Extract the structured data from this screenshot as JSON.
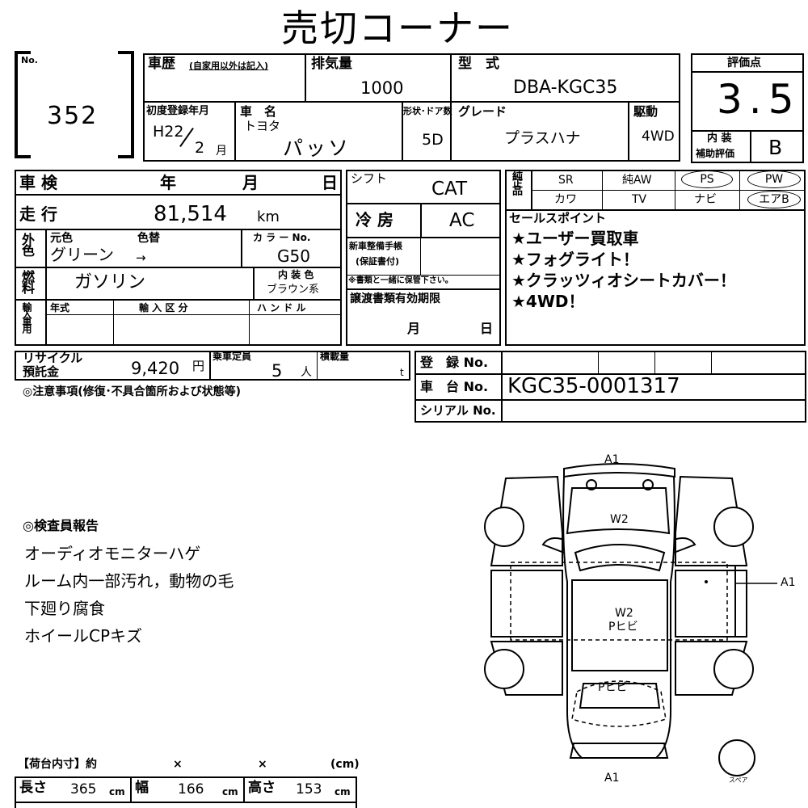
{
  "title": "売切コーナー",
  "lot": {
    "label": "No.",
    "value": "352"
  },
  "history": {
    "label": "車歴",
    "note": "(自家用以外は記入)"
  },
  "displacement": {
    "label": "排気量",
    "value": "1000"
  },
  "model_code": {
    "label": "型　式",
    "value": "DBA-KGC35"
  },
  "score": {
    "label": "評価点",
    "value": "3.5",
    "interior_label_1": "内 装",
    "interior_label_2": "補助評価",
    "interior_value": "B"
  },
  "first_reg": {
    "label": "初度登録年月",
    "era": "H22",
    "month": "2",
    "month_unit": "月"
  },
  "car_name": {
    "label": "車　名",
    "maker": "トヨタ",
    "name": "パッソ"
  },
  "doors": {
    "label": "形状･ドア数",
    "value": "5D"
  },
  "grade": {
    "label": "グレード",
    "value": "プラスハナ"
  },
  "drive": {
    "label": "駆動",
    "value": "4WD"
  },
  "shaken": {
    "label": "車 検",
    "year": "年",
    "month": "月",
    "day": "日"
  },
  "mileage": {
    "label": "走 行",
    "value": "81,514",
    "unit": "km"
  },
  "exterior": {
    "side_label": "外色",
    "orig_label": "元色",
    "change_label": "色替",
    "value": "グリーン",
    "arrow": "→",
    "code_label": "カ ラ ー No.",
    "code_value": "G50"
  },
  "fuel": {
    "side_label": "燃料",
    "value": "ガソリン",
    "interior_color_label": "内 装 色",
    "interior_color_value": "ブラウン系"
  },
  "import": {
    "side_label": "輸入車用",
    "year_label": "年式",
    "type_label": "輸 入 区 分",
    "handle_label": "ハ ン ド ル"
  },
  "shift": {
    "label": "シフト",
    "value": "CAT"
  },
  "aircon": {
    "label": "冷 房",
    "value": "AC"
  },
  "warranty": {
    "label_1": "新車整備手帳",
    "label_2": "(保証書付)",
    "note": "※書類と一緒に保管下さい。"
  },
  "transfer": {
    "label": "譲渡書類有効期限",
    "month": "月",
    "day": "日"
  },
  "genuine": {
    "side_label": "純正品",
    "items": [
      "SR",
      "純AW",
      "PS",
      "PW",
      "カワ",
      "TV",
      "ナビ",
      "エアB"
    ]
  },
  "sales_points": {
    "label": "セールスポイント",
    "items": [
      "★ユーザー買取車",
      "★フォグライト！",
      "★クラッツィオシートカバー！",
      "★4WD！"
    ]
  },
  "recycle": {
    "label_1": "リサイクル",
    "label_2": "預託金",
    "value": "9,420",
    "unit": "円"
  },
  "capacity": {
    "label": "乗車定員",
    "value": "5",
    "unit": "人"
  },
  "load": {
    "label": "積載量",
    "unit": "t"
  },
  "caution": "◎注意事項(修復･不具合箇所および状態等)",
  "registration": {
    "label": "登　録 No."
  },
  "chassis": {
    "label": "車　台 No.",
    "value": "KGC35-0001317"
  },
  "serial": {
    "label": "シリアル No."
  },
  "inspector": {
    "label": "◎検査員報告",
    "lines": [
      "オーディオモニターハゲ",
      "ルーム内一部汚れ，動物の毛",
      "下廻り腐食",
      "ホイールCPキズ"
    ]
  },
  "diagram": {
    "front": "A1",
    "hood": "W2",
    "roof_1": "W2",
    "roof_2": "Pヒビ",
    "rear": "Pヒビ",
    "side": "A1",
    "bottom": "A1",
    "spare": "スペア"
  },
  "cargo": {
    "label": "【荷台内寸】約",
    "x1": "×",
    "x2": "×",
    "unit_label": "(cm)",
    "length_label": "長さ",
    "length": "365",
    "width_label": "幅",
    "width": "166",
    "height_label": "高さ",
    "height": "153",
    "unit": "cm"
  }
}
